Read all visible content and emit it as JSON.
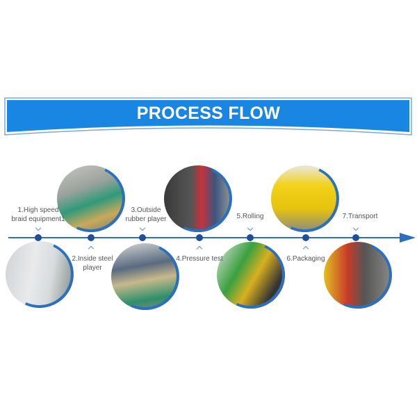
{
  "header": {
    "title": "PROCESS FLOW"
  },
  "colors": {
    "banner": "#1a86e3",
    "timeline": "#2a6fc0",
    "dot": "#1f4f9a",
    "label": "#555555"
  },
  "steps": [
    {
      "label": "1.High speed braid equipment1",
      "line1": "1.High speed",
      "line2": "braid equipment1",
      "position": "above"
    },
    {
      "label": "2.Inside steel player",
      "line1": "2.Inside steel",
      "line2": "player",
      "position": "below"
    },
    {
      "label": "3.Outside rubber player",
      "line1": "3.Outside",
      "line2": "rubber player",
      "position": "above"
    },
    {
      "label": "4.Pressure test",
      "line1": "4.Pressure test",
      "line2": "",
      "position": "below"
    },
    {
      "label": "5.Rolling",
      "line1": "5.Rolling",
      "line2": "",
      "position": "above"
    },
    {
      "label": "6.Packaging",
      "line1": "6.Packaging",
      "line2": "",
      "position": "below"
    },
    {
      "label": "7.Transport",
      "line1": "7.Transport",
      "line2": "",
      "position": "above"
    }
  ]
}
